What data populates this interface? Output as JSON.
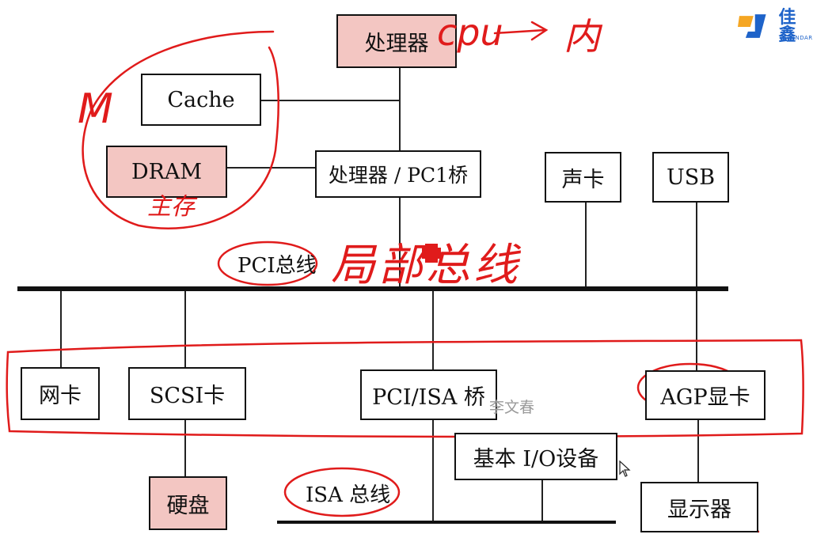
{
  "boxes": {
    "processor": "处理器",
    "cache": "Cache",
    "dram": "DRAM",
    "bridge": "处理器 / PC1桥",
    "sound_card": "声卡",
    "usb": "USB",
    "network_card": "网卡",
    "scsi_card": "SCSI卡",
    "pci_isa_bridge": "PCI/ISA 桥",
    "agp_card": "AGP显卡",
    "basic_io": "基本 I/O设备",
    "hard_disk": "硬盘",
    "monitor": "显示器"
  },
  "bus_labels": {
    "pci_bus": "PCI总线",
    "isa_bus": "ISA 总线"
  },
  "handwriting": {
    "cpu_note": "cpu",
    "arrow_note": "→",
    "inner_note": "内",
    "m_note": "M",
    "dram_note": "主存",
    "local_bus_note": "局部总线"
  },
  "watermark": "李文春",
  "logo": {
    "cn": "佳鑫",
    "en": "STANDARD",
    "color_blue": "#1e63c9",
    "color_orange": "#f5a623"
  },
  "colors": {
    "highlight": "#f3c6c2",
    "annotation_red": "#e01b1b"
  }
}
